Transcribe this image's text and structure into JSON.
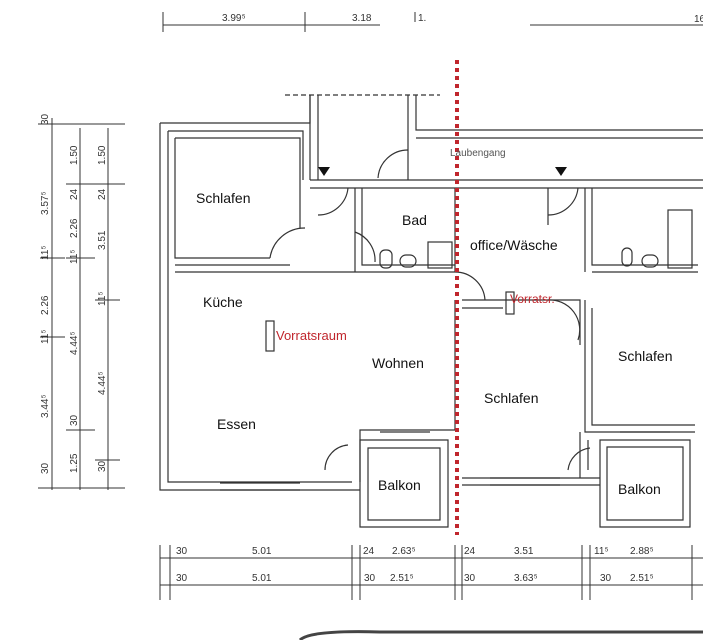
{
  "rooms": {
    "schlafen_left": "Schlafen",
    "kueche": "Küche",
    "essen": "Essen",
    "wohnen": "Wohnen",
    "bad": "Bad",
    "office": "office/Wäsche",
    "schlafen_mid": "Schlafen",
    "schlafen_right": "Schlafen",
    "balkon_left": "Balkon",
    "balkon_right": "Balkon",
    "laubengang": "Laubengang"
  },
  "annotations": {
    "vorratsraum": "Vorratsraum",
    "vorratsr": "Vorratsr.",
    "divider_color": "#c0262d"
  },
  "dimensions": {
    "top": [
      "3.99⁵",
      "3.18",
      "1.",
      "16"
    ],
    "left_col1": [
      "30",
      "3.57⁵",
      "11⁵",
      "2.26",
      "11⁵",
      "3.44⁵",
      "30"
    ],
    "left_col2": [
      "1.50",
      "24",
      "2.26",
      "11⁵",
      "4.44⁵",
      "30",
      "1.25"
    ],
    "left_col3": [
      "1.50",
      "24",
      "3.51",
      "11⁵",
      "4.44⁵",
      "30"
    ],
    "bottom_row1": [
      "30",
      "5.01",
      "24",
      "2.63⁵",
      "24",
      "3.51",
      "11⁵",
      "2.88⁵"
    ],
    "bottom_row2": [
      "30",
      "5.01",
      "30",
      "2.51⁵",
      "30",
      "3.63⁵",
      "30",
      "2.51⁵"
    ]
  }
}
